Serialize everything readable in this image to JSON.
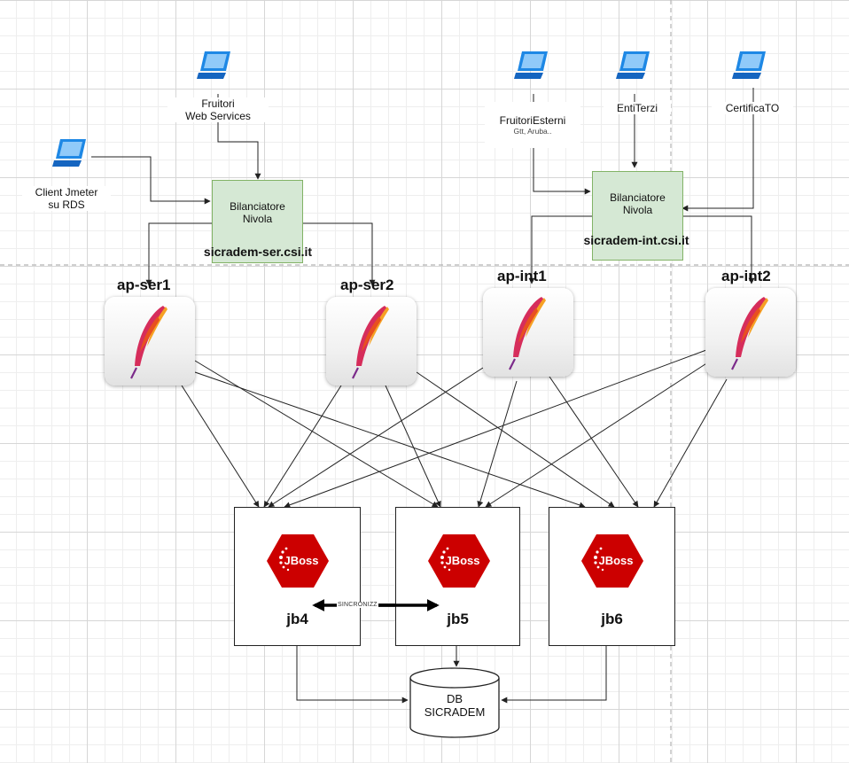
{
  "clients": [
    {
      "id": "fruitori-ws",
      "label": "Fruitori\nWeb Services",
      "sublabel": ""
    },
    {
      "id": "client-jmeter",
      "label": "Client Jmeter\nsu RDS",
      "sublabel": ""
    },
    {
      "id": "fruitori-esterni",
      "label": "FruitoriEsterni",
      "sublabel": "Gtt, Aruba.."
    },
    {
      "id": "enti-terzi",
      "label": "EntiTerzi",
      "sublabel": ""
    },
    {
      "id": "certificato",
      "label": "CertificaTO",
      "sublabel": ""
    }
  ],
  "balancers": [
    {
      "id": "lb-ser",
      "name": "Bilanciatore\nNivola",
      "host": "sicradem-ser.csi.it"
    },
    {
      "id": "lb-int",
      "name": "Bilanciatore\nNivola",
      "host": "sicradem-int.csi.it"
    }
  ],
  "apache_nodes": [
    "ap-ser1",
    "ap-ser2",
    "ap-int1",
    "ap-int2"
  ],
  "jboss_nodes": [
    "jb4",
    "jb5",
    "jb6"
  ],
  "jboss_logo_text": "JBoss",
  "sync_label": "SINCRONIZZ",
  "database": {
    "label": "DB\nSICRADEM"
  },
  "colors": {
    "balancer_fill": "#d5e8d4",
    "balancer_stroke": "#82b366",
    "jboss_red": "#cc0000",
    "laptop_blue": "#1e88e5"
  }
}
